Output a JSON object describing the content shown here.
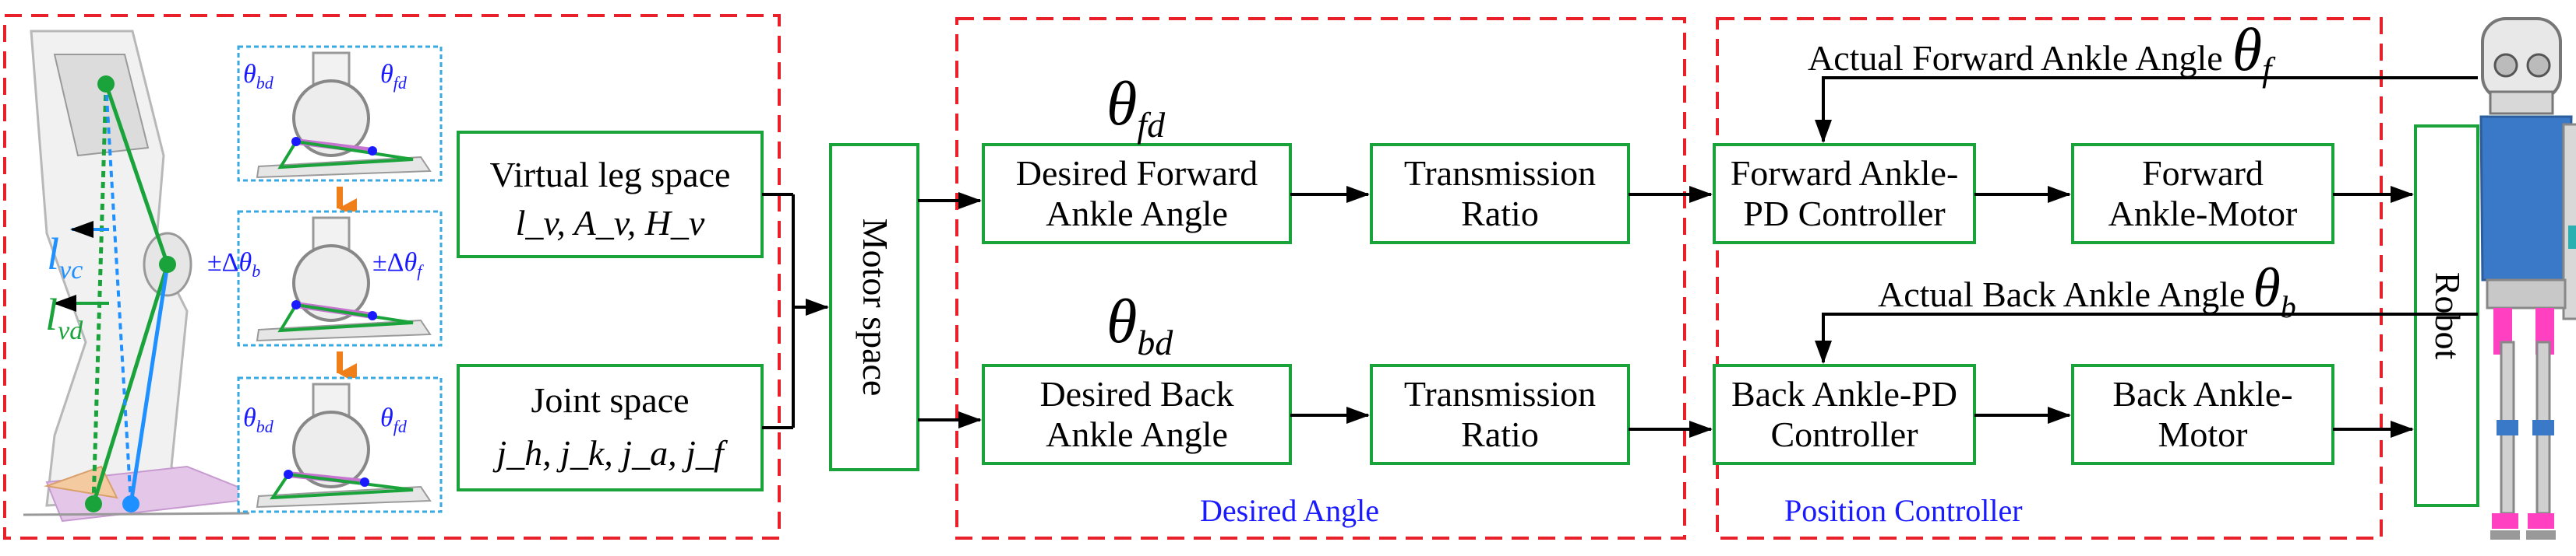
{
  "panels": {
    "desired_angle_caption": "Desired Angle",
    "position_controller_caption": "Position Controller"
  },
  "leg_figure": {
    "l_vc": {
      "main": "l",
      "sub": "vc"
    },
    "l_vd": {
      "main": "l",
      "sub": "vd"
    },
    "theta_bd": {
      "main": "θ",
      "sub": "bd"
    },
    "theta_fd": {
      "main": "θ",
      "sub": "fd"
    },
    "delta_theta_b": {
      "prefix": "±Δ",
      "main": "θ",
      "sub": "b"
    },
    "delta_theta_f": {
      "prefix": "±Δ",
      "main": "θ",
      "sub": "f"
    }
  },
  "blocks": {
    "virtual_leg": {
      "title": "Virtual leg space",
      "vars": "l_v, A_v, H_v"
    },
    "joint_space": {
      "title": "Joint space",
      "vars": "j_h, j_k, j_a, j_f"
    },
    "motor_space": {
      "label": "Motor  space"
    },
    "desired_forward": {
      "line1": "Desired Forward",
      "line2": "Ankle Angle"
    },
    "desired_back": {
      "line1": "Desired Back",
      "line2": "Ankle Angle"
    },
    "transmission_1": {
      "line1": "Transmission",
      "line2": "Ratio"
    },
    "transmission_2": {
      "line1": "Transmission",
      "line2": "Ratio"
    },
    "forward_pd": {
      "line1": "Forward Ankle-",
      "line2": "PD Controller"
    },
    "forward_motor": {
      "line1": "Forward",
      "line2": "Ankle-Motor"
    },
    "back_pd": {
      "line1": "Back Ankle-PD",
      "line2": "Controller"
    },
    "back_motor": {
      "line1": "Back Ankle-",
      "line2": "Motor"
    },
    "robot": {
      "label": "Robot"
    }
  },
  "signals": {
    "theta_fd": {
      "main": "θ",
      "sub": "fd"
    },
    "theta_bd": {
      "main": "θ",
      "sub": "bd"
    },
    "actual_forward": {
      "text": "Actual Forward Ankle Angle",
      "main": "θ",
      "sub": "f"
    },
    "actual_back": {
      "text": "Actual Back Ankle Angle",
      "main": "θ",
      "sub": "b"
    }
  },
  "colors": {
    "block_border": "#1aa33a",
    "panel_border": "#e8202a",
    "caption": "#1a1aff",
    "vector_vc": "#1e90ff",
    "vector_vd": "#1aa33a",
    "robot_blue": "#3a78c8"
  }
}
